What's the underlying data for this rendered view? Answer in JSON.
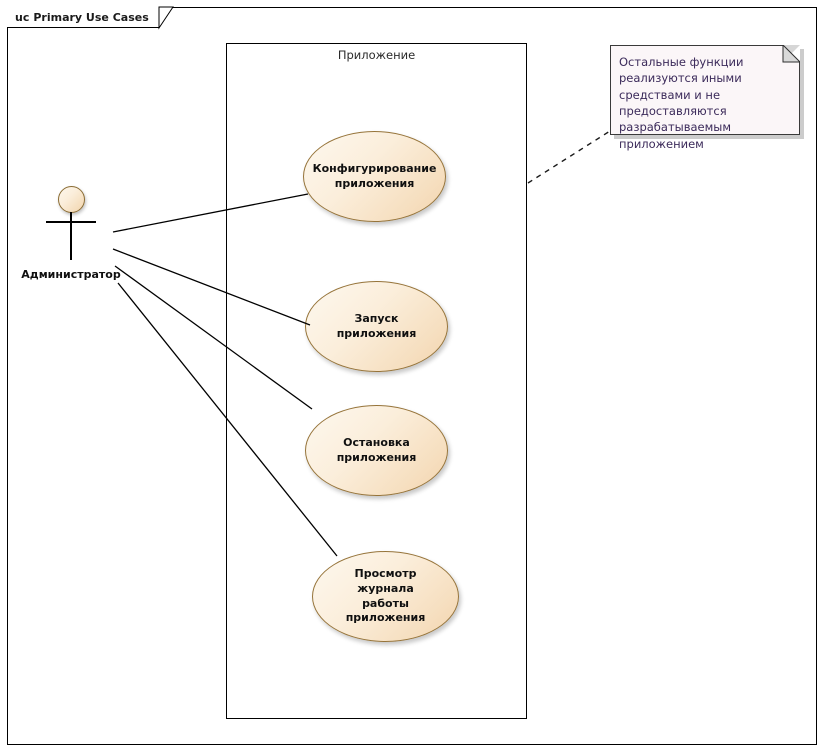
{
  "diagram": {
    "frame_tab": {
      "keyword": "uc",
      "name": "Primary Use Cases"
    },
    "system_boundary": {
      "label": "Приложение"
    },
    "actor": {
      "name": "Администратор",
      "icon": "actor-stick-figure"
    },
    "use_cases": [
      {
        "id": "uc-configure",
        "label": "Конфигурирование\nприложения"
      },
      {
        "id": "uc-start",
        "label": "Запуск приложения"
      },
      {
        "id": "uc-stop",
        "label": "Остановка\nприложения"
      },
      {
        "id": "uc-viewlog",
        "label": "Просмотр журнала\nработы приложения"
      }
    ],
    "note": {
      "text": "Остальные функции реализуются иными средствами и не предоставляются разрабатываемым приложением"
    },
    "colors": {
      "usecase_fill_light": "#fdf8ef",
      "usecase_fill_dark": "#f2d3ad",
      "usecase_stroke": "#96743a",
      "note_fill": "#fbf6f8",
      "note_text": "#3b2a5a",
      "line": "#000000",
      "frame_stroke": "#000000"
    }
  }
}
